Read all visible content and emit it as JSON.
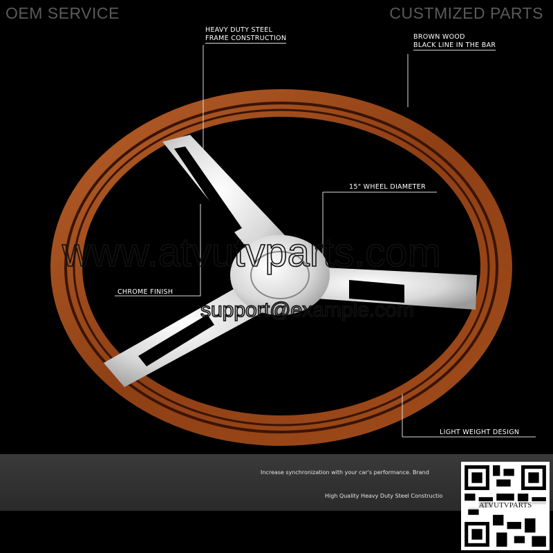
{
  "header": {
    "left_label": "OEM SERVICE",
    "right_label": "CUSTMIZED PARTS"
  },
  "callouts": {
    "frame": [
      "HEAVY DUTY STEEL",
      "FRAME CONSTRUCTION"
    ],
    "wood": [
      "BROWN WOOD",
      "BLACK LINE IN THE BAR"
    ],
    "diameter": "15\" WHEEL DIAMETER",
    "chrome": "CHROME FINISH",
    "weight": "LIGHT WEIGHT DESIGN"
  },
  "watermark": {
    "site": "www.atvutvparts.com",
    "email": "support@example.com"
  },
  "banner": {
    "line1": "Increase synchronization with your car's performance. Brand",
    "line2": "High Quality Heavy Duty Steel Constructio"
  },
  "qr": {
    "label": "ATVUTVPARTS"
  },
  "colors": {
    "wood": "#9a4a1c",
    "wood_dark": "#5a2208",
    "chrome": "#e4e4e4",
    "banner": "#333333"
  }
}
